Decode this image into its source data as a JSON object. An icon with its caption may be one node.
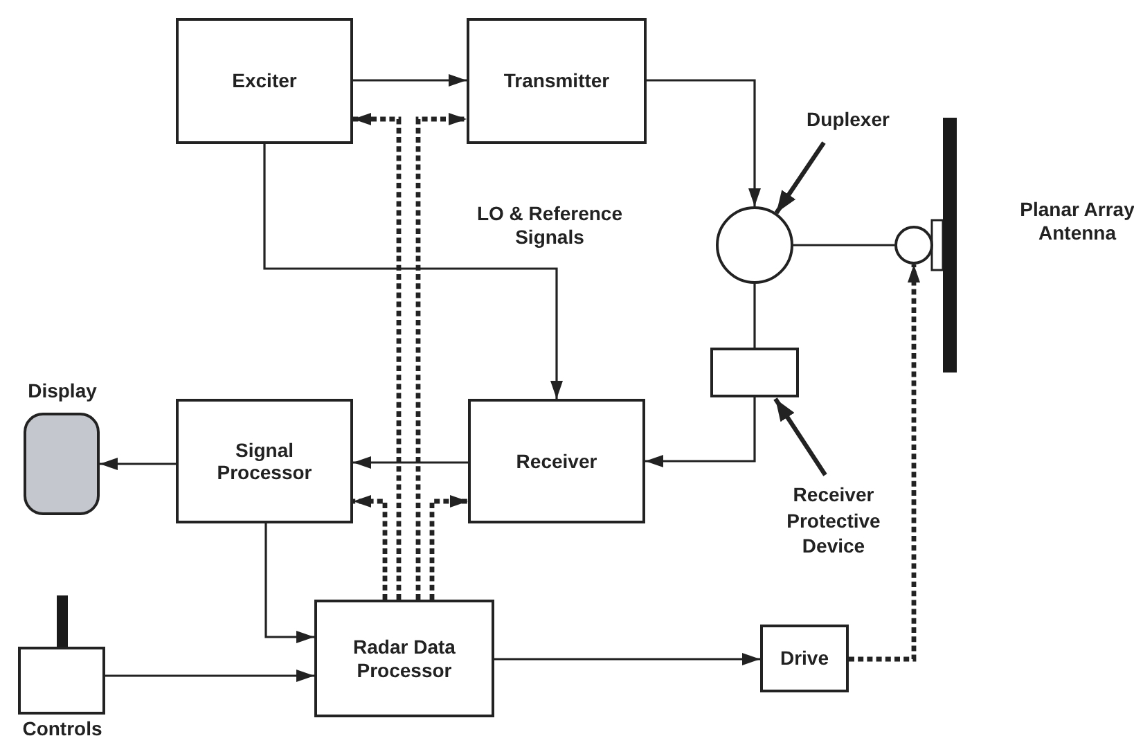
{
  "diagram": {
    "nodes": [
      {
        "text": [
          "Exciter"
        ]
      },
      {
        "text": [
          "Transmitter"
        ]
      },
      {
        "text": [
          "Duplexer"
        ]
      },
      {
        "text": [],
        "shape": "circle"
      },
      {
        "text": [],
        "shape": "circle"
      },
      {
        "text": [],
        "shape": "bar",
        "beside": [
          "Planar Array Antenna"
        ]
      },
      {
        "text": [],
        "shape": "box",
        "beside": [
          "Display"
        ]
      },
      {
        "text": [
          "Signal Processor"
        ]
      },
      {
        "text": [
          "Receiver"
        ]
      },
      {
        "text": [],
        "shape": "box"
      },
      {
        "text": [
          "Receiver Protective Device"
        ]
      },
      {
        "text": [],
        "shape": "box",
        "beside": [
          "Controls"
        ]
      },
      {
        "text": [
          "Radar Data Processor"
        ]
      },
      {
        "text": [
          "Drive"
        ]
      }
    ],
    "edges": [
      {
        "from": 0,
        "to": 1,
        "arrow": "to"
      },
      {
        "from": 1,
        "to": 3,
        "arrow": "to"
      },
      {
        "from": 2,
        "to": 3,
        "arrow": "to",
        "style": "thick"
      },
      {
        "from": 3,
        "to": 4,
        "arrow": "none"
      },
      {
        "from": 3,
        "to": 9,
        "arrow": "none"
      },
      {
        "from": 9,
        "to": 8,
        "arrow": "to"
      },
      {
        "from": 10,
        "to": 9,
        "arrow": "to",
        "style": "thick"
      },
      {
        "from": 0,
        "to": 8,
        "arrow": "to"
      },
      {
        "from": 8,
        "to": 7,
        "arrow": "to"
      },
      {
        "from": 7,
        "to": 6,
        "arrow": "to"
      },
      {
        "from": 7,
        "to": 12,
        "arrow": "to"
      },
      {
        "from": 11,
        "to": 12,
        "arrow": "to"
      },
      {
        "from": 12,
        "to": 13,
        "arrow": "to"
      },
      {
        "from": 13,
        "to": 4,
        "arrow": "to",
        "style": "dashed"
      },
      {
        "from": 12,
        "to": 7,
        "arrow": "to",
        "style": "dashed"
      },
      {
        "from": 12,
        "to": 0,
        "arrow": "to",
        "style": "dashed"
      },
      {
        "from": 12,
        "to": 1,
        "arrow": "to",
        "style": "dashed"
      },
      {
        "from": 12,
        "to": 8,
        "arrow": "to",
        "style": "dashed"
      }
    ],
    "labels": [
      "LO & Reference Signals"
    ]
  }
}
